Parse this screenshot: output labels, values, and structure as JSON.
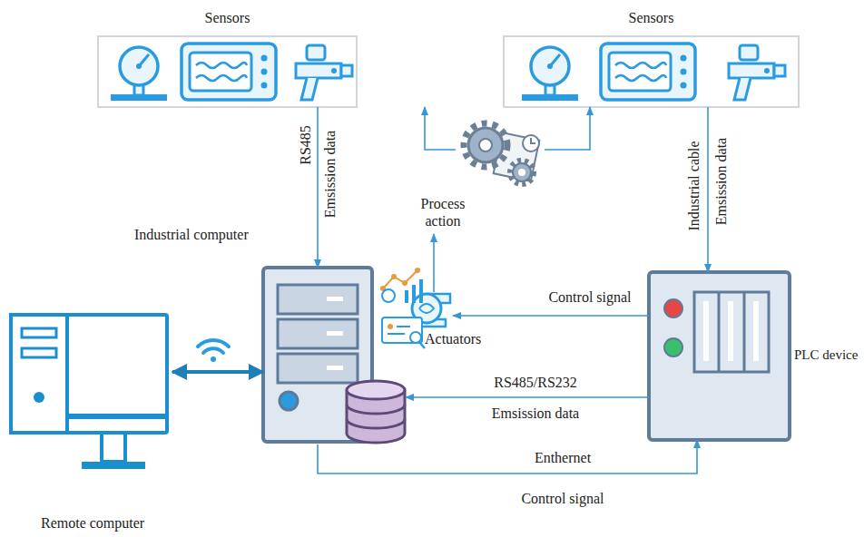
{
  "diagram": {
    "nodes": [
      {
        "text": [
          "Sensors"
        ]
      },
      {
        "text": [
          "Sensors"
        ]
      },
      {
        "text": [
          "Industrial computer"
        ]
      },
      {
        "text": [
          "Process action"
        ]
      },
      {
        "text": [
          "Actuators"
        ]
      },
      {
        "text": [
          "PLC device"
        ]
      },
      {
        "text": [
          "Remote computer"
        ]
      }
    ],
    "edges": [
      {
        "from": 0,
        "to": 2,
        "label": "RS485",
        "arrow": "to"
      },
      {
        "from": 3,
        "to": 0,
        "arrow": "to"
      },
      {
        "from": 3,
        "to": 1,
        "arrow": "to"
      },
      {
        "from": 1,
        "to": 5,
        "label": "Industrial cable",
        "arrow": "to"
      },
      {
        "from": 5,
        "to": 4,
        "label": "Control signal",
        "arrow": "to"
      },
      {
        "from": 4,
        "to": 3,
        "arrow": "to"
      },
      {
        "from": 5,
        "to": 2,
        "label": "RS485/RS232",
        "arrow": "to"
      },
      {
        "from": 2,
        "to": 5,
        "label": "Enthernet",
        "arrow": "to"
      },
      {
        "from": 6,
        "to": 2,
        "arrow": "both"
      }
    ],
    "labels": [
      "Emsission data",
      "Emsission data",
      "Emsission data",
      "Control signal"
    ]
  }
}
